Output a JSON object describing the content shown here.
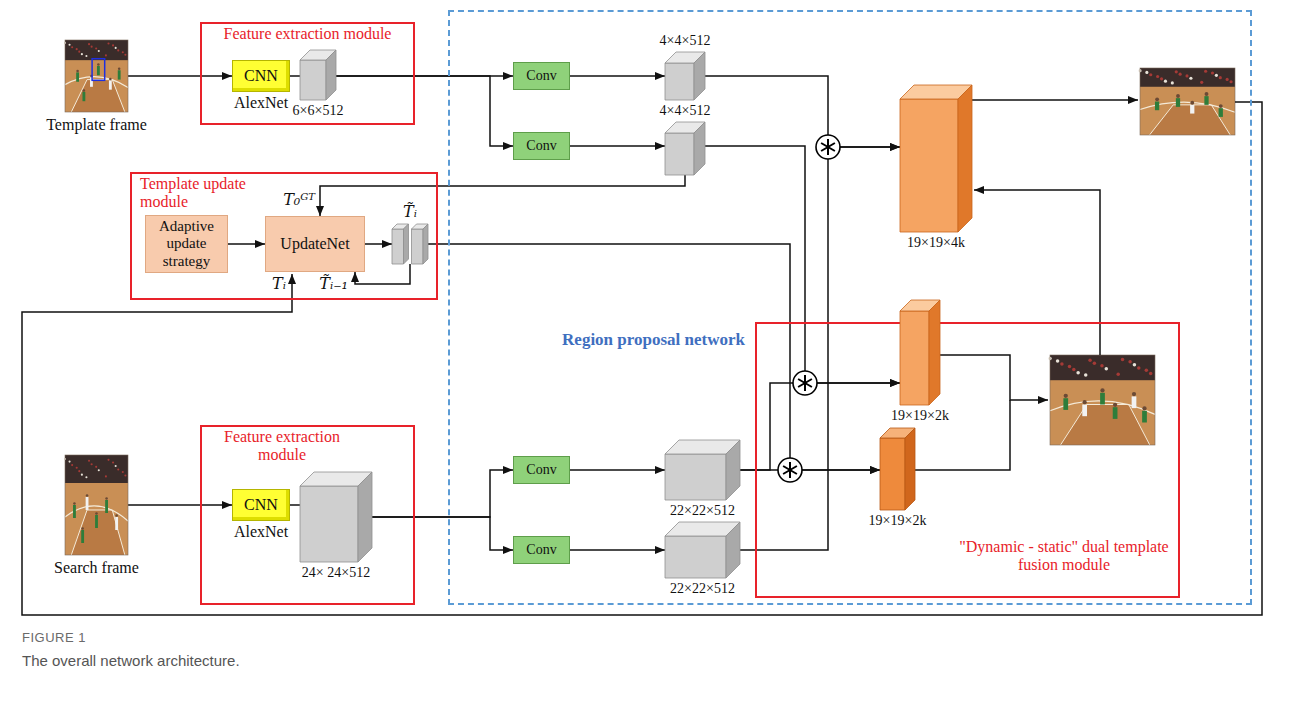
{
  "diagram": {
    "caption": "The overall network architecture.",
    "nodes": [
      {
        "text": [
          "Template frame"
        ]
      },
      {
        "text": [
          "Feature extraction module"
        ]
      },
      {
        "text": [
          "CNN",
          "AlexNet"
        ],
        "in": 1
      },
      {
        "text": [
          "6×6×512"
        ],
        "in": 1
      },
      {
        "text": [
          "Region proposal network"
        ]
      },
      {
        "text": [
          "Conv"
        ],
        "in": 4
      },
      {
        "text": [
          "Conv"
        ],
        "in": 4
      },
      {
        "text": [
          "4×4×512"
        ],
        "in": 4
      },
      {
        "text": [
          "4×4×512"
        ],
        "in": 4
      },
      {
        "text": [
          "19×19×4k"
        ],
        "in": 4
      },
      {
        "text": [
          "Template update module"
        ]
      },
      {
        "text": [
          "Adaptive update strategy"
        ],
        "in": 10
      },
      {
        "text": [
          "UpdateNet"
        ],
        "in": 10
      },
      {
        "text": [
          "T̃ᵢ"
        ],
        "in": 10
      },
      {
        "text": [
          "Search frame"
        ]
      },
      {
        "text": [
          "Feature extraction module"
        ]
      },
      {
        "text": [
          "CNN",
          "AlexNet"
        ],
        "in": 15
      },
      {
        "text": [
          "24× 24×512"
        ],
        "in": 15
      },
      {
        "text": [
          "Conv"
        ],
        "in": 4
      },
      {
        "text": [
          "Conv"
        ],
        "in": 4
      },
      {
        "text": [
          "22×22×512"
        ],
        "in": 4
      },
      {
        "text": [
          "22×22×512"
        ],
        "in": 4
      },
      {
        "text": [
          "\"Dynamic - static\" dual template fusion module"
        ],
        "in": 4
      },
      {
        "text": [
          "19×19×2k"
        ],
        "in": 22
      },
      {
        "text": [
          "19×19×2k"
        ],
        "in": 22
      }
    ],
    "edges": [
      {
        "from": 0,
        "to": 2,
        "arrow": "to"
      },
      {
        "from": 2,
        "to": 3,
        "arrow": "none"
      },
      {
        "from": 3,
        "to": 5,
        "arrow": "to"
      },
      {
        "from": 3,
        "to": 6,
        "arrow": "to"
      },
      {
        "from": 5,
        "to": 7,
        "arrow": "to"
      },
      {
        "from": 6,
        "to": 8,
        "arrow": "to"
      },
      {
        "from": 7,
        "to": 9,
        "arrow": "to"
      },
      {
        "from": 21,
        "to": 9,
        "arrow": "to"
      },
      {
        "from": 8,
        "to": 23,
        "arrow": "to"
      },
      {
        "from": 20,
        "to": 23,
        "arrow": "to"
      },
      {
        "from": 20,
        "to": 24,
        "arrow": "to"
      },
      {
        "from": 13,
        "to": 24,
        "arrow": "to"
      },
      {
        "from": 8,
        "to": 12,
        "label": "T₀ᴳᵀ",
        "arrow": "to"
      },
      {
        "from": 11,
        "to": 12,
        "arrow": "to"
      },
      {
        "from": 12,
        "to": 13,
        "arrow": "to"
      },
      {
        "from": 13,
        "to": 12,
        "label": "T̃ᵢ₋₁",
        "arrow": "to"
      },
      {
        "from": 14,
        "to": 16,
        "arrow": "to"
      },
      {
        "from": 16,
        "to": 17,
        "arrow": "none"
      },
      {
        "from": 17,
        "to": 18,
        "arrow": "to"
      },
      {
        "from": 17,
        "to": 19,
        "arrow": "to"
      },
      {
        "from": 18,
        "to": 20,
        "arrow": "to"
      },
      {
        "from": 19,
        "to": 21,
        "arrow": "to"
      }
    ],
    "labels": [
      "Tᵢ",
      "FIGURE 1"
    ]
  }
}
